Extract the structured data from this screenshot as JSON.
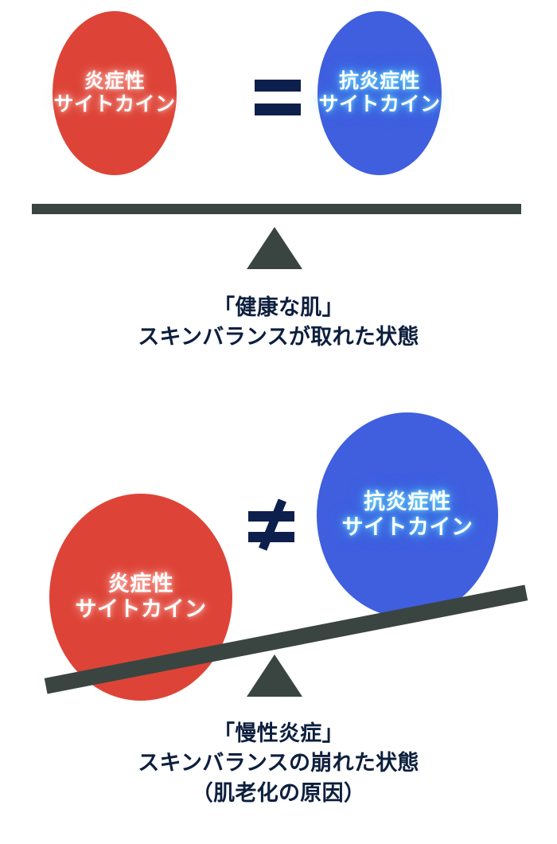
{
  "diagram": {
    "type": "balance-scale-comparison",
    "colors": {
      "inflammatory": "#dd4437",
      "anti_inflammatory": "#3f5fdf",
      "beam": "#3a4542",
      "text_dark": "#0d1f3d",
      "operator": "#0d1f4c",
      "background": "#ffffff"
    }
  },
  "panel_balanced": {
    "left_bubble": {
      "line_1": "炎症性",
      "line_2": "サイトカイン"
    },
    "operator": "=",
    "right_bubble": {
      "line_1": "抗炎症性",
      "line_2": "サイトカイン"
    },
    "caption": {
      "line_1": "「健康な肌」",
      "line_2": "スキンバランスが取れた状態"
    }
  },
  "panel_unbalanced": {
    "left_bubble": {
      "line_1": "炎症性",
      "line_2": "サイトカイン"
    },
    "operator": "≠",
    "right_bubble": {
      "line_1": "抗炎症性",
      "line_2": "サイトカイン"
    },
    "caption": {
      "line_1": "「慢性炎症」",
      "line_2": "スキンバランスの崩れた状態",
      "line_3": "（肌老化の原因）"
    }
  }
}
